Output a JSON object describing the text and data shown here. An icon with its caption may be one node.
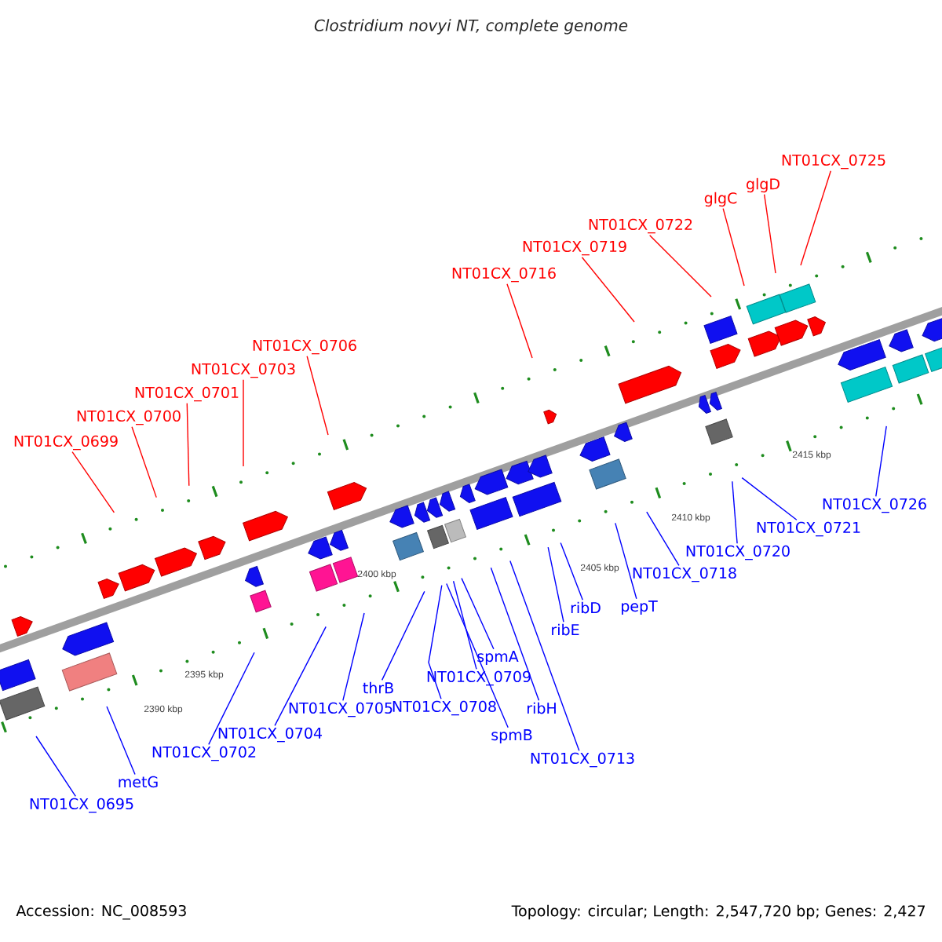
{
  "diagram": {
    "title": "Clostridium novyi NT, complete genome",
    "nodes": [
      {
        "text": [
          "NT01CX_0699"
        ]
      },
      {
        "text": [
          "NT01CX_0700"
        ]
      },
      {
        "text": [
          "NT01CX_0701"
        ]
      },
      {
        "text": [
          "NT01CX_0703"
        ]
      },
      {
        "text": [
          "NT01CX_0706"
        ]
      },
      {
        "text": [
          "NT01CX_0716"
        ]
      },
      {
        "text": [
          "NT01CX_0719"
        ]
      },
      {
        "text": [
          "NT01CX_0722"
        ]
      },
      {
        "text": [
          "glgC"
        ]
      },
      {
        "text": [
          "glgD"
        ]
      },
      {
        "text": [
          "NT01CX_0725"
        ]
      },
      {
        "text": [
          "NT01CX_0695"
        ]
      },
      {
        "text": [
          "metG"
        ]
      },
      {
        "text": [
          "NT01CX_0702"
        ]
      },
      {
        "text": [
          "NT01CX_0704"
        ]
      },
      {
        "text": [
          "NT01CX_0705"
        ]
      },
      {
        "text": [
          "thrB"
        ]
      },
      {
        "text": [
          "NT01CX_0708"
        ]
      },
      {
        "text": [
          "NT01CX_0709"
        ]
      },
      {
        "text": [
          "spmA"
        ]
      },
      {
        "text": [
          "spmB"
        ]
      },
      {
        "text": [
          "ribH"
        ]
      },
      {
        "text": [
          "NT01CX_0713"
        ]
      },
      {
        "text": [
          "ribE"
        ]
      },
      {
        "text": [
          "ribD"
        ]
      },
      {
        "text": [
          "pepT"
        ]
      },
      {
        "text": [
          "NT01CX_0718"
        ]
      },
      {
        "text": [
          "NT01CX_0720"
        ]
      },
      {
        "text": [
          "NT01CX_0721"
        ]
      },
      {
        "text": [
          "NT01CX_0726"
        ]
      }
    ],
    "edges": [
      {
        "from": 0,
        "to": null,
        "arrow": "none",
        "color": "#ff0000"
      },
      {
        "from": 1,
        "to": null,
        "arrow": "none",
        "color": "#ff0000"
      },
      {
        "from": 2,
        "to": null,
        "arrow": "none",
        "color": "#ff0000"
      },
      {
        "from": 3,
        "to": null,
        "arrow": "none",
        "color": "#ff0000"
      },
      {
        "from": 4,
        "to": null,
        "arrow": "none",
        "color": "#ff0000"
      },
      {
        "from": 5,
        "to": null,
        "arrow": "none",
        "color": "#ff0000"
      },
      {
        "from": 6,
        "to": null,
        "arrow": "none",
        "color": "#ff0000"
      },
      {
        "from": 7,
        "to": null,
        "arrow": "none",
        "color": "#ff0000"
      },
      {
        "from": 8,
        "to": null,
        "arrow": "none",
        "color": "#ff0000"
      },
      {
        "from": 9,
        "to": null,
        "arrow": "none",
        "color": "#ff0000"
      },
      {
        "from": 10,
        "to": null,
        "arrow": "none",
        "color": "#ff0000"
      },
      {
        "from": 11,
        "to": null,
        "arrow": "none"
      },
      {
        "from": 12,
        "to": null,
        "arrow": "none"
      },
      {
        "from": 13,
        "to": null,
        "arrow": "none"
      },
      {
        "from": 14,
        "to": null,
        "arrow": "none"
      },
      {
        "from": 15,
        "to": null,
        "arrow": "none"
      },
      {
        "from": 16,
        "to": null,
        "arrow": "none"
      },
      {
        "from": 17,
        "to": null,
        "arrow": "none"
      },
      {
        "from": 18,
        "to": null,
        "arrow": "none"
      },
      {
        "from": 19,
        "to": null,
        "arrow": "none"
      },
      {
        "from": 20,
        "to": null,
        "arrow": "none"
      },
      {
        "from": 21,
        "to": null,
        "arrow": "none"
      },
      {
        "from": 22,
        "to": null,
        "arrow": "none"
      },
      {
        "from": 23,
        "to": null,
        "arrow": "none"
      },
      {
        "from": 24,
        "to": null,
        "arrow": "none"
      },
      {
        "from": 25,
        "to": null,
        "arrow": "none"
      },
      {
        "from": 26,
        "to": null,
        "arrow": "none"
      },
      {
        "from": 27,
        "to": null,
        "arrow": "none"
      },
      {
        "from": 28,
        "to": null,
        "arrow": "none"
      },
      {
        "from": 29,
        "to": null,
        "arrow": "none"
      }
    ],
    "labels": [
      "2415 kbp",
      "2410 kbp",
      "2405 kbp",
      "2400 kbp",
      "2395 kbp",
      "2390 kbp",
      "Accession: NC_008593",
      "Topology: circular; Length: 2,547,720 bp; Genes: 2,427"
    ]
  }
}
